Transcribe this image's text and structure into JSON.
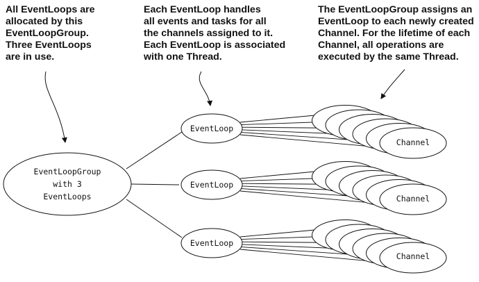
{
  "annotations": {
    "left": "All EventLoops are\nallocated by this\nEventLoopGroup.\nThree EventLoops\nare in use.",
    "middle": "Each EventLoop handles\nall events and tasks for all\nthe channels assigned to it.\nEach EventLoop is associated\nwith one Thread.",
    "right": "The EventLoopGroup assigns an\nEventLoop to each newly created\nChannel. For the lifetime of each\nChannel, all operations are\nexecuted by the same Thread."
  },
  "group": {
    "line1": "EventLoopGroup",
    "line2": "with 3",
    "line3": "EventLoops"
  },
  "event_loops": [
    {
      "label": "EventLoop",
      "channel_label": "Channel"
    },
    {
      "label": "EventLoop",
      "channel_label": "Channel"
    },
    {
      "label": "EventLoop",
      "channel_label": "Channel"
    }
  ]
}
